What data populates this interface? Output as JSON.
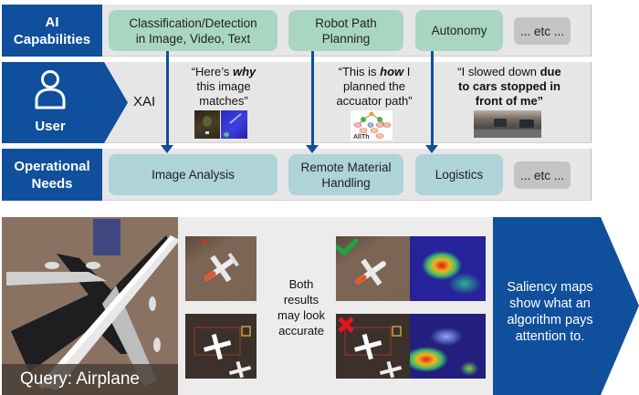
{
  "rows": {
    "capabilities": {
      "label": [
        "AI",
        "Capabilities"
      ],
      "items": [
        {
          "lines": [
            "Classification/Detection",
            "in Image, Video, Text"
          ]
        },
        {
          "lines": [
            "Robot Path",
            "Planning"
          ]
        },
        {
          "lines": [
            "Autonomy"
          ]
        },
        {
          "lines": [
            "... etc ..."
          ]
        }
      ]
    },
    "user": {
      "label": "User",
      "icon": "user-icon",
      "xai_label": "XAI",
      "quotes": [
        {
          "pre": "“Here’s ",
          "em": "why",
          "post": "",
          "line2": "this image",
          "line3": "matches”"
        },
        {
          "pre": "“This is ",
          "em": "how",
          "post": " I",
          "line2": "planned the",
          "line3": "accuator path”"
        },
        {
          "line1a": "“I slowed down ",
          "line1b": "due",
          "line2": "to cars stopped in",
          "line3": "front of me”"
        }
      ]
    },
    "needs": {
      "label": [
        "Operational",
        "Needs"
      ],
      "items": [
        {
          "lines": [
            "Image Analysis"
          ]
        },
        {
          "lines": [
            "Remote Material",
            "Handling"
          ]
        },
        {
          "lines": [
            "Logistics"
          ]
        },
        {
          "lines": [
            "... etc ..."
          ]
        }
      ]
    }
  },
  "bottom": {
    "query_caption": "Query: Airplane",
    "middle_text": [
      "Both",
      "results",
      "may look",
      "accurate"
    ],
    "result_marks": [
      {
        "icon": "checkmark-icon",
        "color": "#1aa548"
      },
      {
        "icon": "cross-icon",
        "color": "#e8141c"
      }
    ],
    "callout": [
      "Saliency maps",
      "show what an",
      "algorithm pays",
      "attention to."
    ]
  },
  "colors": {
    "brand_blue": "#0f4f9c",
    "capability_green": "#a9d6c1",
    "need_teal": "#aed3d9",
    "etc_gray": "#c4c4c4",
    "band_gray": "#e6e6e6"
  }
}
